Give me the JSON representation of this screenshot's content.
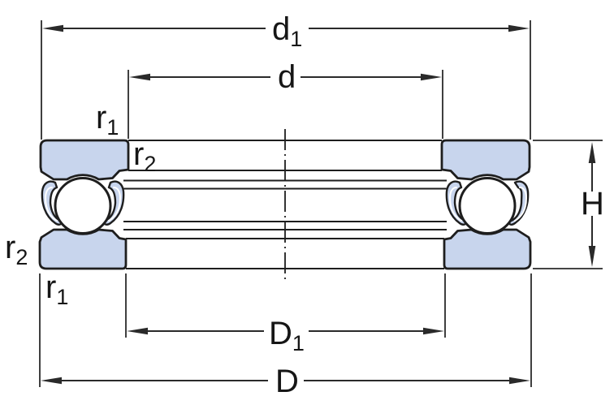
{
  "labels": {
    "d1": {
      "main": "d",
      "sub": "1"
    },
    "d": {
      "main": "d"
    },
    "D1": {
      "main": "D",
      "sub": "1"
    },
    "D": {
      "main": "D"
    },
    "H": {
      "main": "H"
    },
    "r1_top": {
      "main": "r",
      "sub": "1"
    },
    "r2_top": {
      "main": "r",
      "sub": "2"
    },
    "r2_left": {
      "main": "r",
      "sub": "2"
    },
    "r1_bottom": {
      "main": "r",
      "sub": "1"
    }
  },
  "colors": {
    "washer_fill": "#c8d5ed",
    "outline": "#1e1e1e",
    "dimension": "#2a2a2a",
    "background": "#ffffff"
  }
}
